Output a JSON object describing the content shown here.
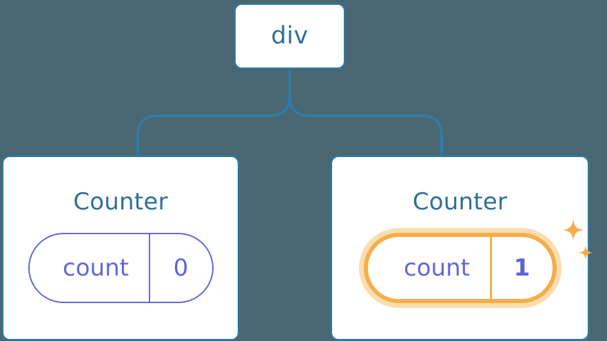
{
  "diagram": {
    "title": "react component tree with state",
    "background_color": "#4a6670",
    "node_border_color": "#337599",
    "node_text_color": "#2e7099",
    "state_color": "#6368d6",
    "highlight_color": "#f5ae4a",
    "highlight_glow_color": "#fbddaf"
  },
  "root": {
    "label": "div"
  },
  "children": [
    {
      "title": "Counter",
      "state": {
        "key": "count",
        "value": "0"
      },
      "highlighted": false,
      "sparkle": false
    },
    {
      "title": "Counter",
      "state": {
        "key": "count",
        "value": "1"
      },
      "highlighted": true,
      "sparkle": true
    }
  ],
  "icons": {
    "sparkle_large": "sparkle-star-icon",
    "sparkle_small": "sparkle-star-small-icon"
  }
}
